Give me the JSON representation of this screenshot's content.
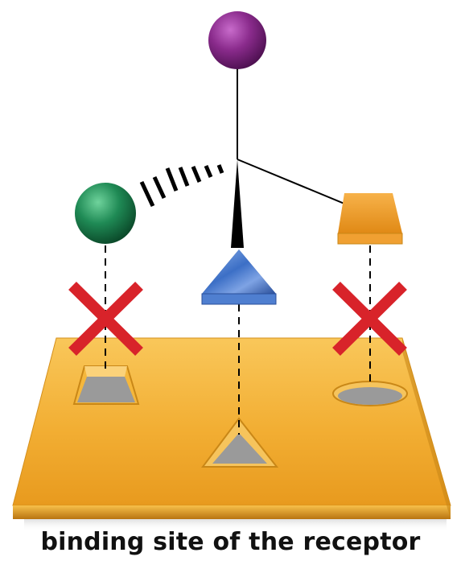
{
  "caption": "binding site of the receptor",
  "colors": {
    "plate_top": "#f5b73c",
    "plate_edge": "#c98717",
    "purple_group": "#8c2d8e",
    "green_group": "#1e8a55",
    "blue_group": "#3a6fc4",
    "orange_group": "#f0a032",
    "mismatch_cross": "#d8232a",
    "hole": "#9a9a9a"
  },
  "icons": {
    "no_fit_marker": "red-x-icon",
    "groups": [
      "purple-sphere",
      "green-sphere",
      "blue-triangular-prism",
      "orange-trapezoid-block"
    ],
    "sites": [
      "trapezoid-pocket",
      "triangular-pocket",
      "oval-pocket"
    ]
  }
}
